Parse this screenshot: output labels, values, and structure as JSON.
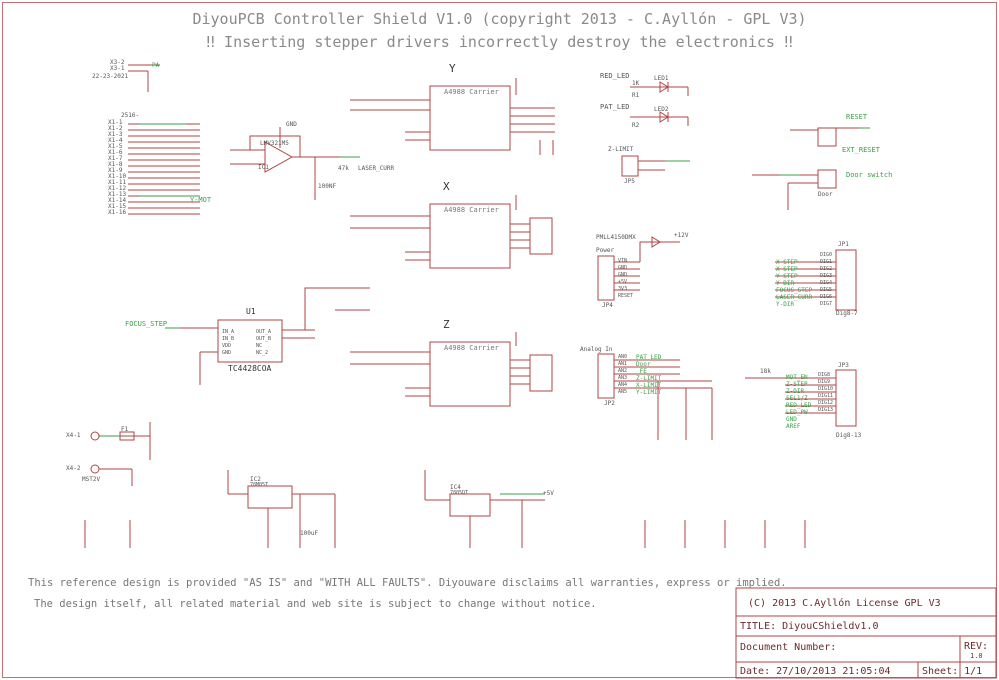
{
  "header": {
    "title": "DiyouPCB Controller Shield V1.0 (copyright 2013 - C.Ayllón - GPL V3)",
    "warning": "‼ Inserting stepper drivers incorrectly destroy the electronics ‼"
  },
  "footer_notes": {
    "line1": "This reference design is provided \"AS IS\" and \"WITH ALL FAULTS\". Diyouware disclaims all warranties, express or implied.",
    "line2": "The design itself, all related material and web site is subject to change without notice."
  },
  "title_block": {
    "copyright": "(C) 2013 C.Ayllón    License GPL V3",
    "title": "TITLE:  DiyouCShieldv1.0",
    "document_number": "Document Number:",
    "rev_label": "REV:",
    "rev_value": "1.0",
    "date": "Date: 27/10/2013 21:05:04",
    "sheet": "Sheet: 1/1"
  },
  "schematic": {
    "driver_y": {
      "label": "Y",
      "part": "A4988 Carrier"
    },
    "driver_x": {
      "label": "X",
      "part": "A4988 Carrier"
    },
    "driver_z": {
      "label": "Z",
      "part": "A4988 Carrier"
    },
    "u1": {
      "ref": "U1",
      "part": "TC4428COA",
      "pins_left": [
        "IN_A",
        "IN_B",
        "VDD",
        "GND"
      ],
      "pins_right": [
        "OUT_A",
        "OUT_B",
        "NC",
        "NC_2"
      ],
      "net": "FOCUS_STEP"
    },
    "ic1": {
      "ref": "IC1",
      "part": "LMV321M5"
    },
    "ic2": {
      "ref": "IC2",
      "part": "78M05T"
    },
    "ic4": {
      "ref": "IC4",
      "part": "7805DT"
    },
    "connectors": {
      "x1": {
        "name": "2516-",
        "pins": [
          "X1-1",
          "X1-2",
          "X1-3",
          "X1-4",
          "X1-5",
          "X1-6",
          "X1-7",
          "X1-8",
          "X1-9",
          "X1-10",
          "X1-11",
          "X1-12",
          "X1-13",
          "X1-14",
          "X1-15",
          "X1-16"
        ],
        "net": "Y-MOT"
      },
      "x4": {
        "pins": [
          "X4-1",
          "X4-2"
        ],
        "label": "MST2V"
      },
      "x3": {
        "pins": [
          "X3-2",
          "X3-1"
        ],
        "date": "22-23-2021"
      },
      "jp1": {
        "ref": "JP1",
        "label": "Dig8-7",
        "nets": [
          "X-STEP",
          "X-STEP",
          "Y-STEP",
          "Y-DIR",
          "FOCUS_STEP",
          "LASER_CURR",
          "Y-DIR"
        ],
        "pins": [
          "DIG0",
          "DIG1",
          "DIG2",
          "DIG3",
          "DIG4",
          "DIG5",
          "DIG6",
          "DIG7"
        ]
      },
      "jp3": {
        "ref": "JP3",
        "label": "Dig8-13",
        "nets": [
          "MOT_EN",
          "Z-STEP",
          "Z-DIR",
          "SEL1/Z",
          "RED_LED",
          "LED_PW",
          "GND",
          "AREF"
        ],
        "pins": [
          "DIG8",
          "DIG9",
          "DIG10",
          "DIG11",
          "DIG12",
          "DIG13"
        ]
      },
      "jp4": {
        "ref": "JP4",
        "label": "Power",
        "pins": [
          "VIN",
          "GND",
          "GND",
          "+5V",
          "3V3",
          "RESET"
        ]
      },
      "jp2": {
        "ref": "JP2",
        "label": "Analog In",
        "nets": [
          "PAT_LED",
          "Door",
          "_FE",
          "Z-LIMIT",
          "X-LIMIT",
          "Y-LIMIT"
        ],
        "pins": [
          "AN0",
          "AN1",
          "AN2",
          "AN3",
          "AN4",
          "AN5"
        ]
      },
      "jp5": {
        "ref": "JP5",
        "label": "Z-LIMIT"
      }
    },
    "misc_labels": {
      "red_led": "RED_LED",
      "pat_led": "PAT_LED",
      "led1": "LED1",
      "led2": "LED2",
      "r1": "R1",
      "r2": "R2",
      "r_1k": "1K",
      "reset": "RESET",
      "ext_reset": "EXT_RESET",
      "door_switch": "Door switch",
      "door": "Door",
      "laser_curr": "LASER_CURR",
      "r47k": "47k",
      "c100nf": "100NF",
      "c100uf": "100uF",
      "diode": "PMLL4150DMX",
      "v12": "+12V",
      "v5": "+5V",
      "gnd": "GND",
      "r18k": "18k",
      "f1": "F1",
      "pa": "PA"
    }
  }
}
